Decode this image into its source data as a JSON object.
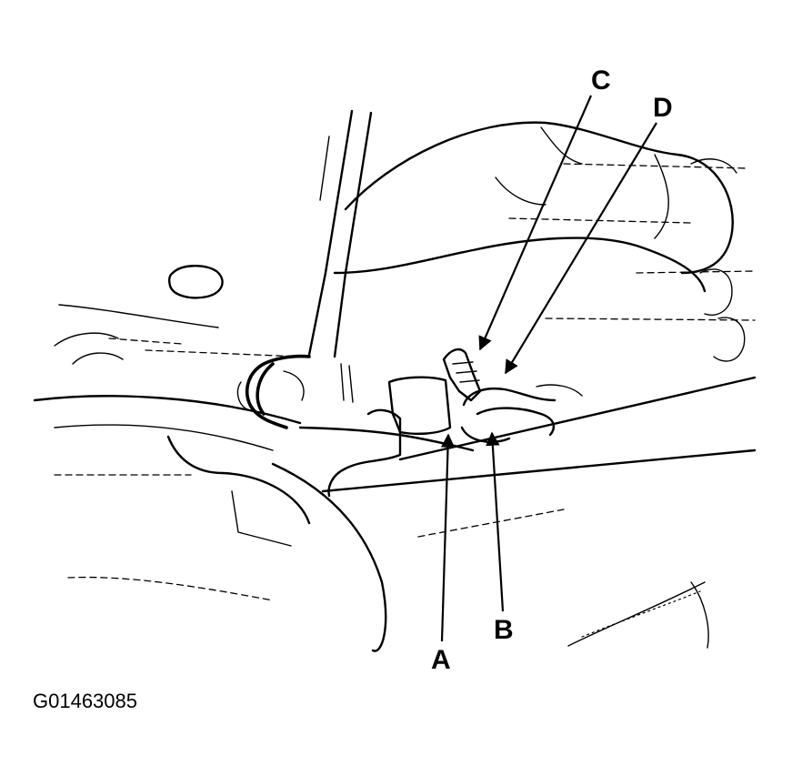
{
  "callouts": {
    "a": "A",
    "b": "B",
    "c": "C",
    "d": "D"
  },
  "figure_id": "G01463085"
}
